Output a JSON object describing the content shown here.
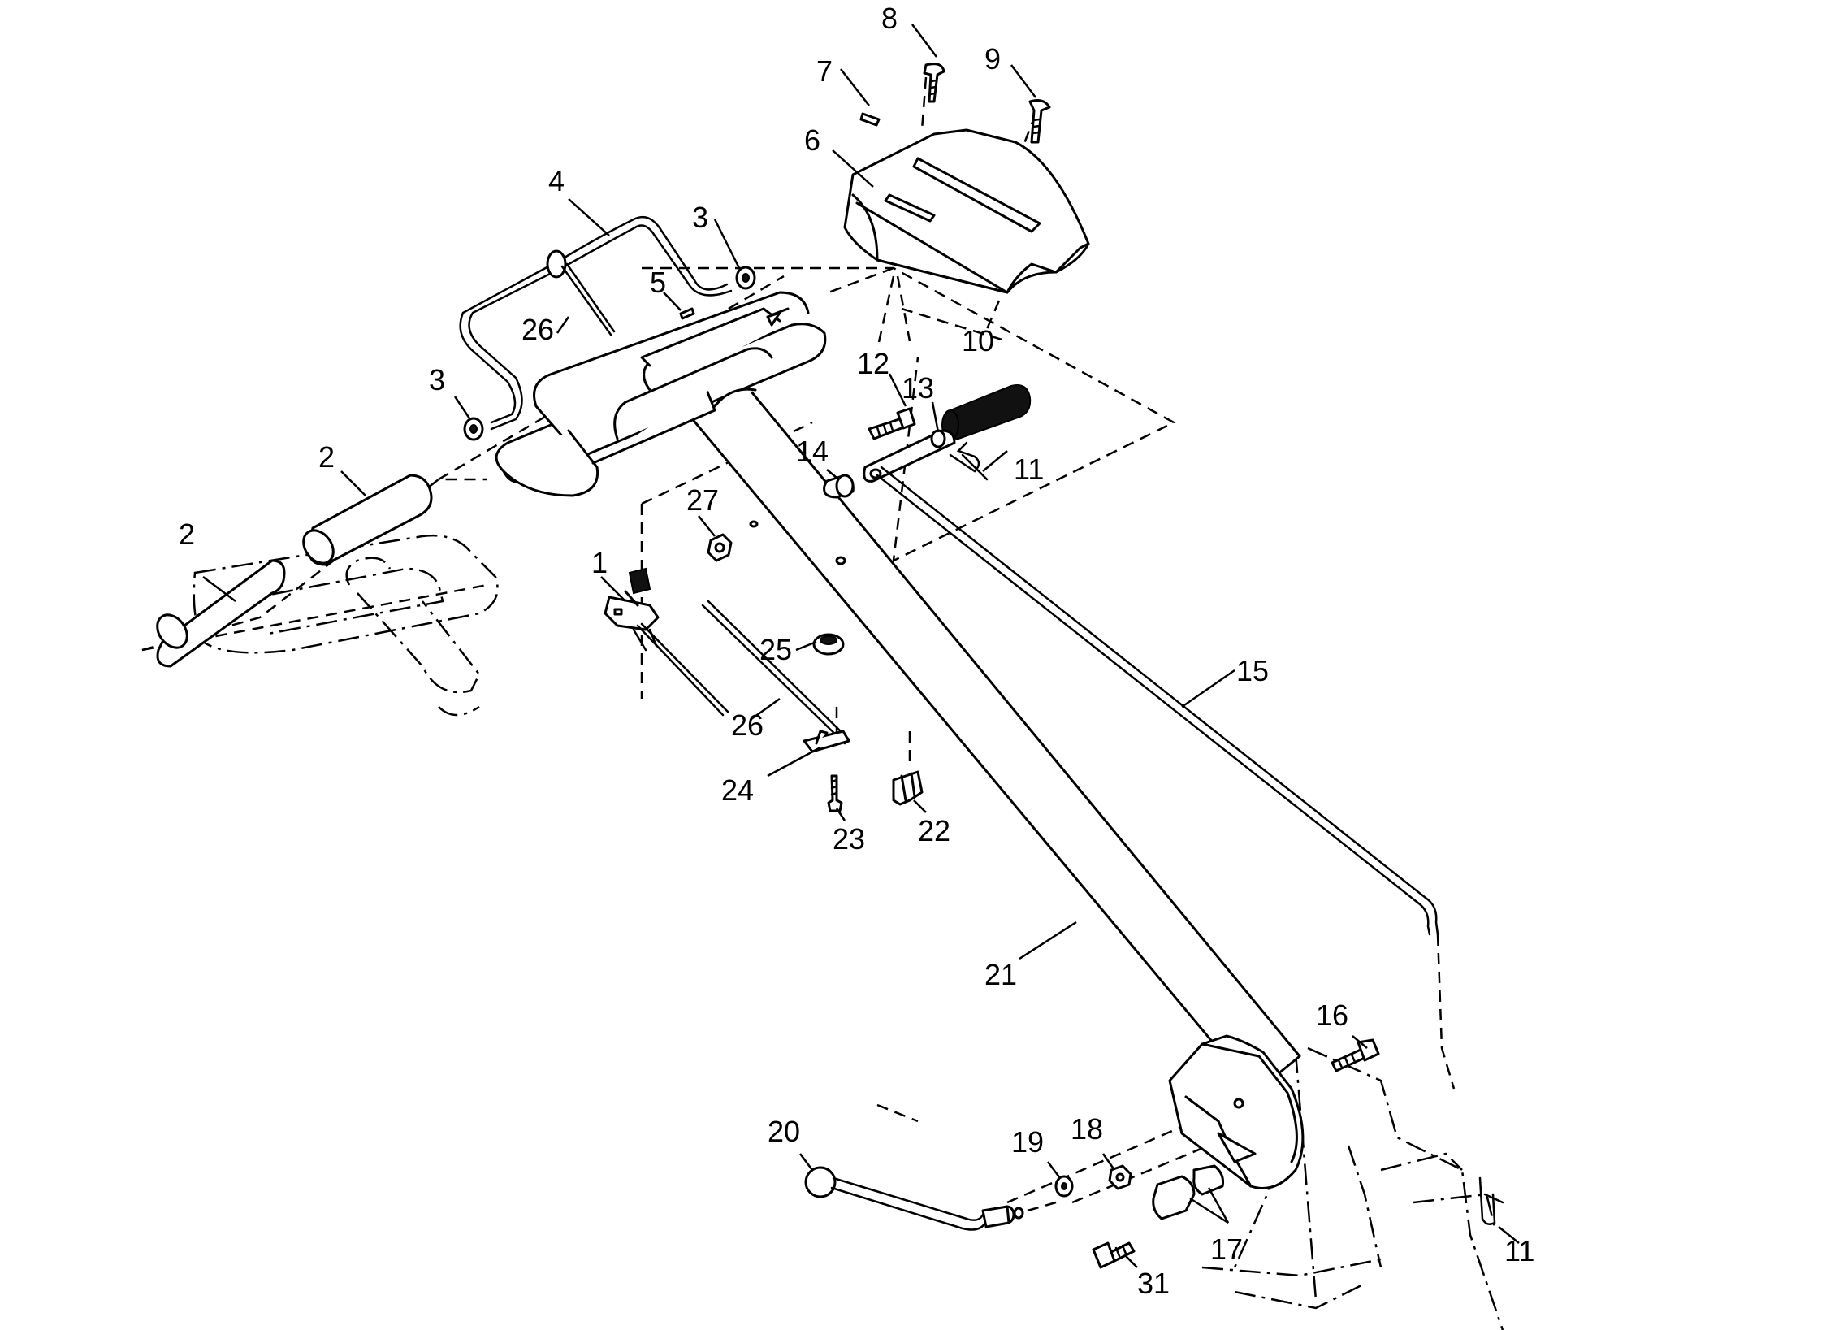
{
  "callouts": [
    {
      "id": "c1",
      "text": "1"
    },
    {
      "id": "c2a",
      "text": "2"
    },
    {
      "id": "c2b",
      "text": "2"
    },
    {
      "id": "c3a",
      "text": "3"
    },
    {
      "id": "c3b",
      "text": "3"
    },
    {
      "id": "c4",
      "text": "4"
    },
    {
      "id": "c5",
      "text": "5"
    },
    {
      "id": "c6",
      "text": "6"
    },
    {
      "id": "c7",
      "text": "7"
    },
    {
      "id": "c8",
      "text": "8"
    },
    {
      "id": "c9",
      "text": "9"
    },
    {
      "id": "c10",
      "text": "10"
    },
    {
      "id": "c11a",
      "text": "11"
    },
    {
      "id": "c11b",
      "text": "11"
    },
    {
      "id": "c12",
      "text": "12"
    },
    {
      "id": "c13",
      "text": "13"
    },
    {
      "id": "c14",
      "text": "14"
    },
    {
      "id": "c15",
      "text": "15"
    },
    {
      "id": "c16",
      "text": "16"
    },
    {
      "id": "c17",
      "text": "17"
    },
    {
      "id": "c18",
      "text": "18"
    },
    {
      "id": "c19",
      "text": "19"
    },
    {
      "id": "c20",
      "text": "20"
    },
    {
      "id": "c21",
      "text": "21"
    },
    {
      "id": "c22",
      "text": "22"
    },
    {
      "id": "c23",
      "text": "23"
    },
    {
      "id": "c24",
      "text": "24"
    },
    {
      "id": "c25",
      "text": "25"
    },
    {
      "id": "c26a",
      "text": "26"
    },
    {
      "id": "c26b",
      "text": "26"
    },
    {
      "id": "c27",
      "text": "27"
    },
    {
      "id": "c31",
      "text": "31"
    }
  ]
}
